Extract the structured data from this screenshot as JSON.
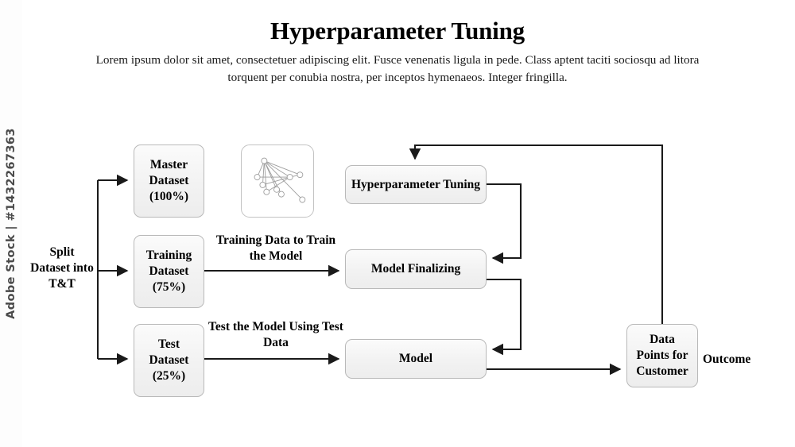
{
  "header": {
    "title": "Hyperparameter Tuning",
    "subtitle": "Lorem ipsum dolor sit amet, consectetuer adipiscing elit. Fusce venenatis ligula in pede. Class aptent taciti sociosqu ad litora torquent per conubia nostra, per inceptos hymenaeos. Integer fringilla."
  },
  "watermark": {
    "text": "Adobe Stock | #1432267363"
  },
  "diagram": {
    "labels": {
      "split": "Split Dataset into T&T",
      "training_edge": "Training Data to Train the Model",
      "test_edge": "Test the Model Using Test Data",
      "outcome": "Outcome"
    },
    "nodes": {
      "master_dataset": "Master Dataset (100%)",
      "training_dataset": "Training Dataset (75%)",
      "test_dataset": "Test Dataset (25%)",
      "hyperparameter_tuning": "Hyperparameter Tuning",
      "model_finalizing": "Model Finalizing",
      "model": "Model",
      "data_points_for_customer": "Data Points for Customer"
    },
    "icon": {
      "name": "network-graph-icon"
    },
    "colors": {
      "box_fill": "#f2f2f2",
      "box_border": "#b9b9b9",
      "edge_stroke": "#1a1a1a",
      "text": "#000000",
      "background": "#ffffff"
    }
  }
}
